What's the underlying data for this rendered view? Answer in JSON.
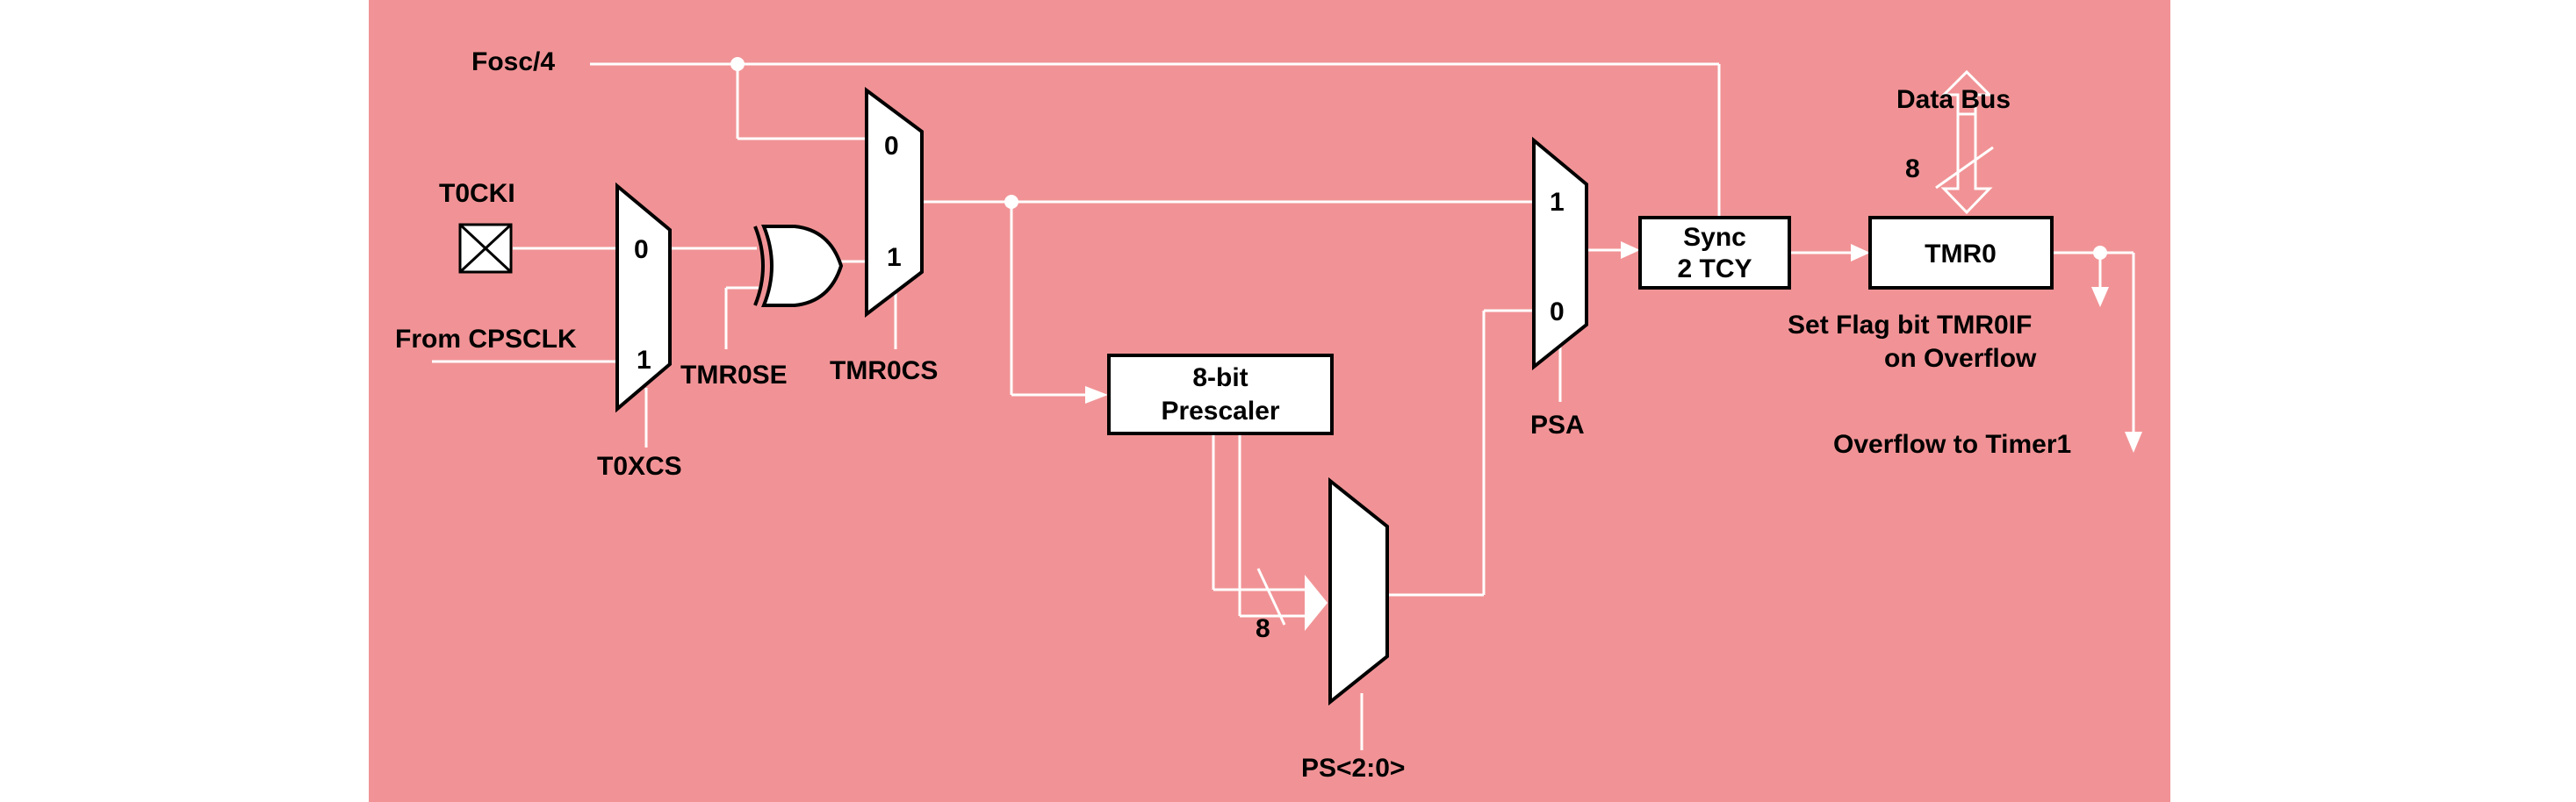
{
  "colors": {
    "background": "#f19396",
    "wire": "#ffffff",
    "block_fill": "#ffffff",
    "block_stroke": "#000000"
  },
  "labels": {
    "fosc4": "Fosc/4",
    "t0cki": "T0CKI",
    "from_cpsclk": "From CPSCLK",
    "t0xcs": "T0XCS",
    "tmr0se": "TMR0SE",
    "tmr0cs": "TMR0CS",
    "psa": "PSA",
    "ps": "PS<2:0>",
    "data_bus": "Data Bus",
    "bus_width_top": "8",
    "bus_width_bottom": "8",
    "set_flag_line1": "Set Flag bit TMR0IF",
    "set_flag_line2": "on Overflow",
    "overflow": "Overflow to Timer1"
  },
  "mux_t0xcs": {
    "in0": "0",
    "in1": "1"
  },
  "mux_tmr0cs": {
    "in0": "0",
    "in1": "1"
  },
  "mux_psa": {
    "in1": "1",
    "in0": "0"
  },
  "blocks": {
    "prescaler_line1": "8-bit",
    "prescaler_line2": "Prescaler",
    "sync_line1": "Sync",
    "sync_line2": "2 TCY",
    "tmr0": "TMR0"
  },
  "icons": {
    "t0cki_pin": "crossed-box-pin-icon",
    "xor_gate": "xor-gate-icon"
  }
}
